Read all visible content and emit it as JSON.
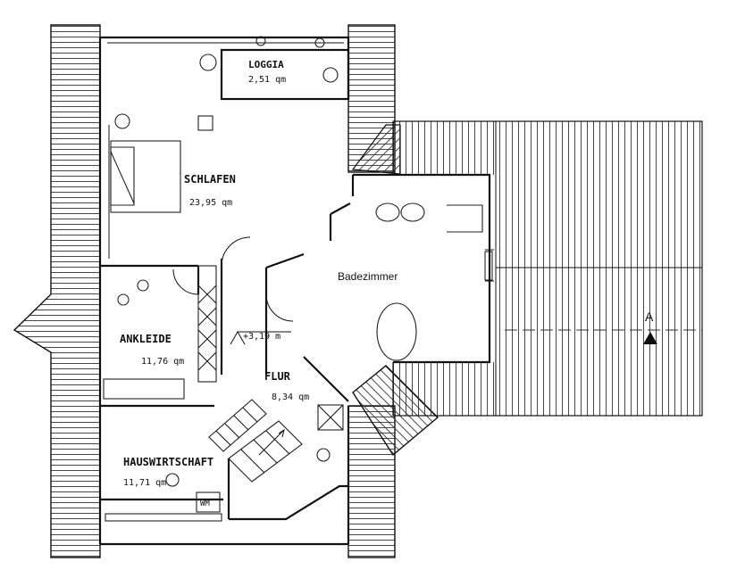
{
  "rooms": {
    "loggia": {
      "name": "LOGGIA",
      "area": "2,51 qm"
    },
    "schlafen": {
      "name": "SCHLAFEN",
      "area": "23,95 qm"
    },
    "badezimmer": {
      "name": "Badezimmer"
    },
    "ankleide": {
      "name": "ANKLEIDE",
      "area": "11,76 qm"
    },
    "flur": {
      "name": "FLUR",
      "area": "8,34 qm"
    },
    "hauswirtschaft": {
      "name": "HAUSWIRTSCHAFT",
      "area": "11,71 qm"
    }
  },
  "level_mark": "+3,19 m",
  "wm_label": "WM",
  "section_label": "A"
}
